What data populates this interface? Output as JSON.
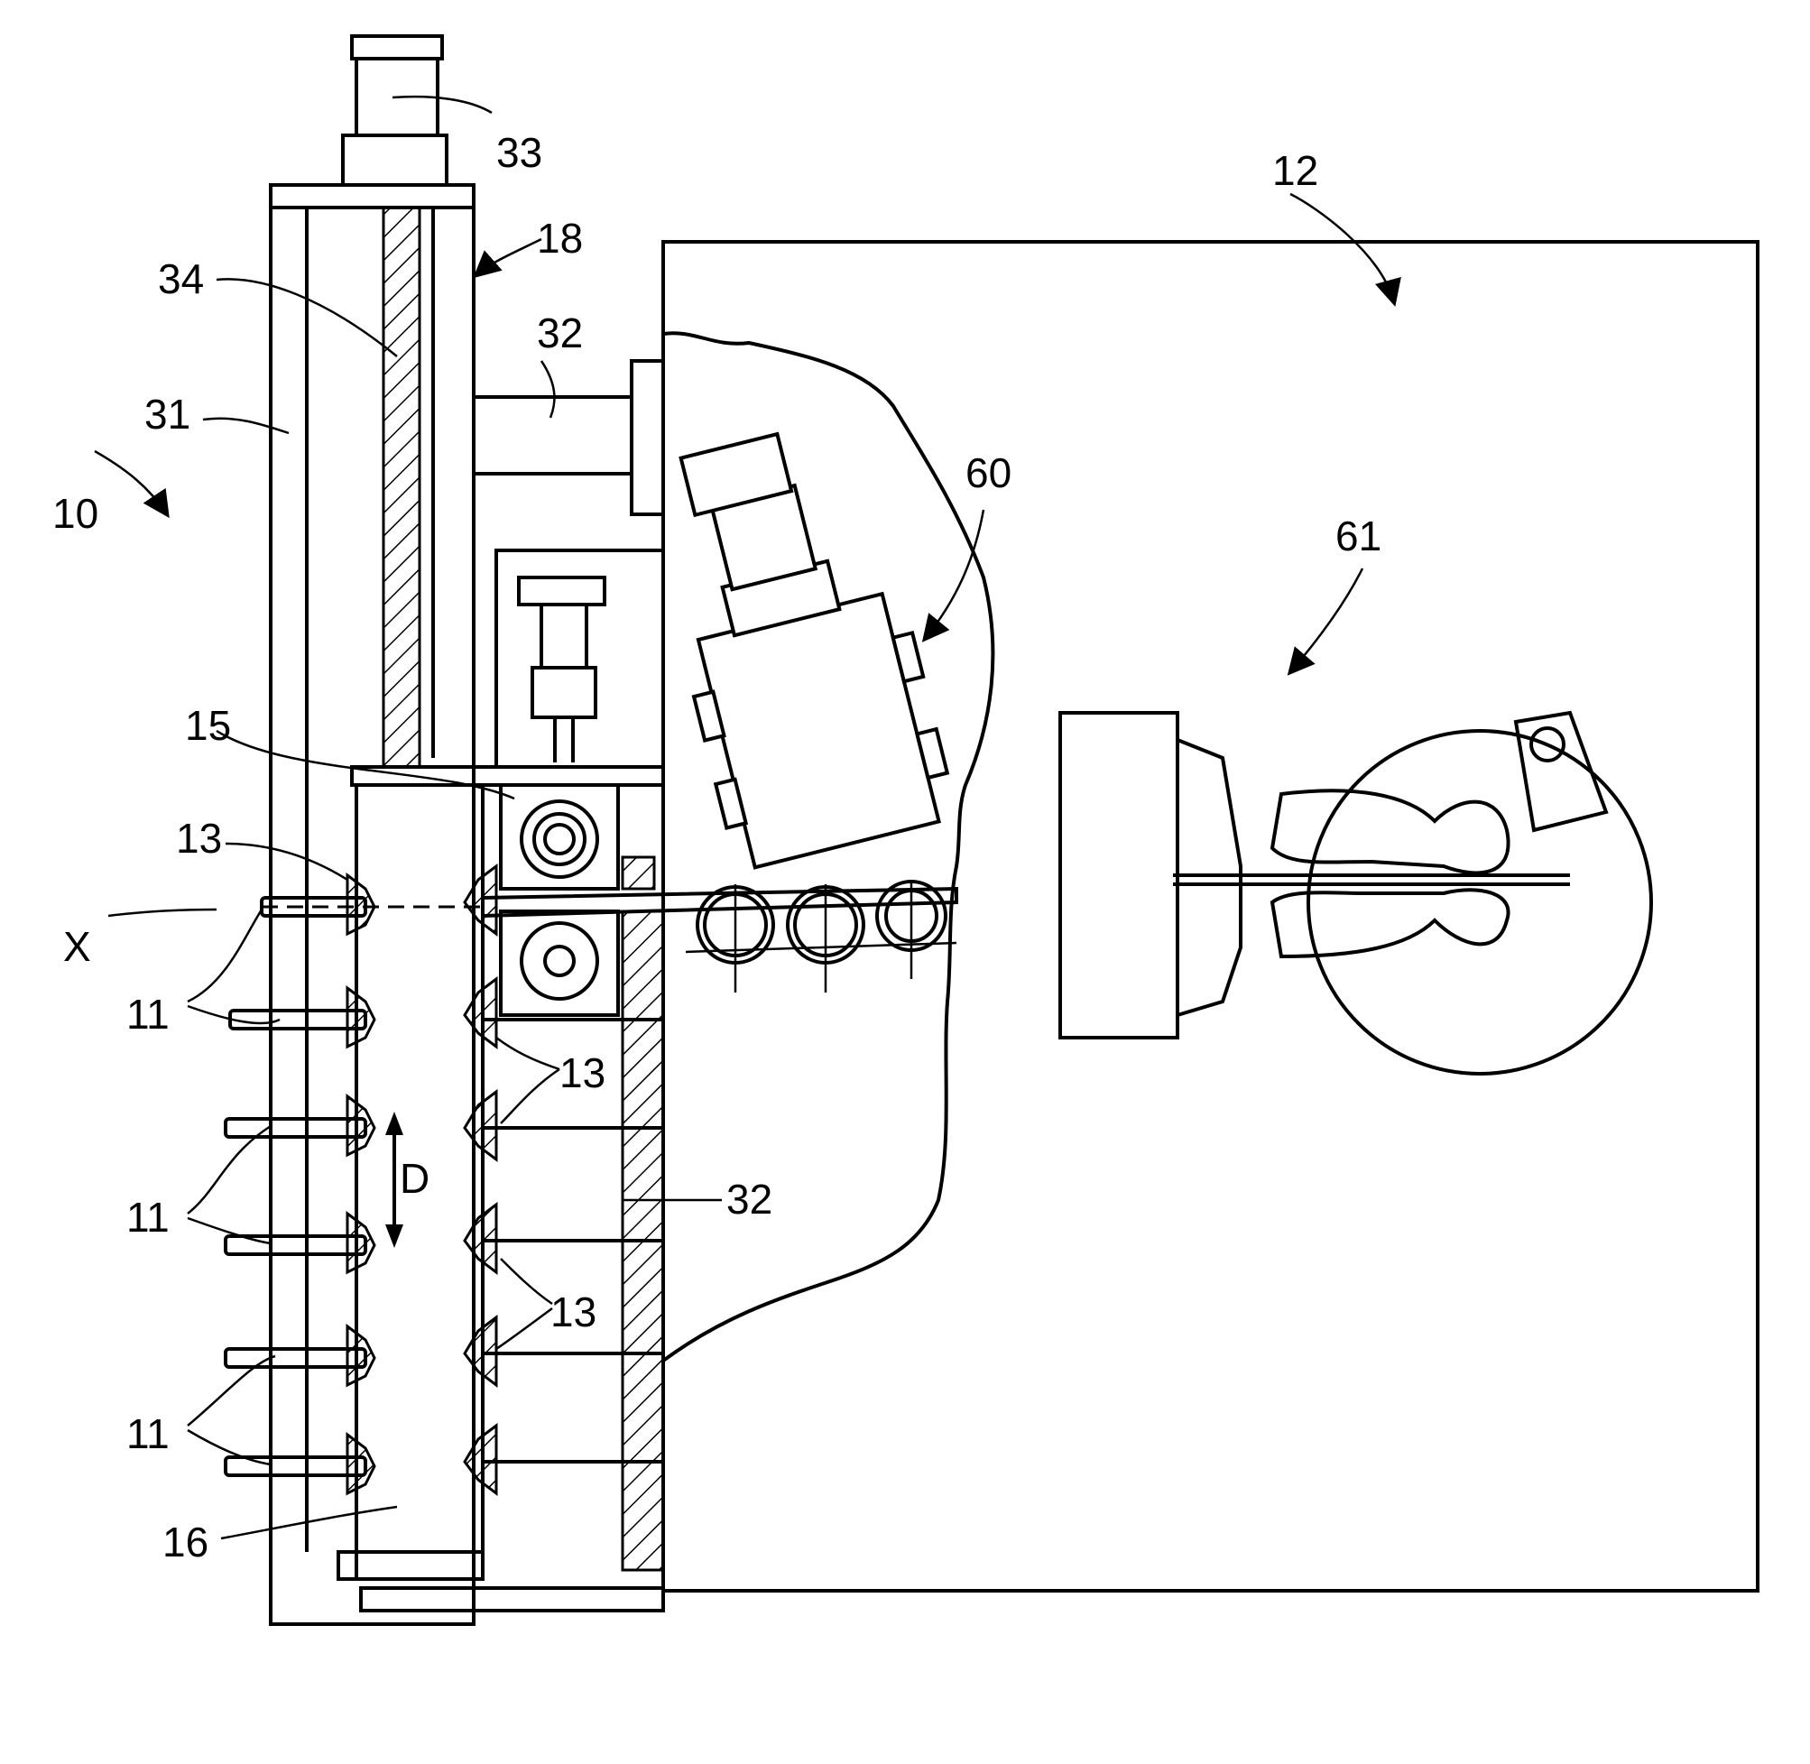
{
  "figure": {
    "labels": {
      "ref_10": "10",
      "ref_11_a": "11",
      "ref_11_b": "11",
      "ref_11_c": "11",
      "ref_12": "12",
      "ref_13_a": "13",
      "ref_13_b": "13",
      "ref_13_c": "13",
      "ref_15": "15",
      "ref_16": "16",
      "ref_18": "18",
      "ref_31": "31",
      "ref_32_a": "32",
      "ref_32_b": "32",
      "ref_33": "33",
      "ref_34": "34",
      "ref_60": "60",
      "ref_61": "61",
      "axis_x": "X",
      "direction_d": "D"
    }
  }
}
